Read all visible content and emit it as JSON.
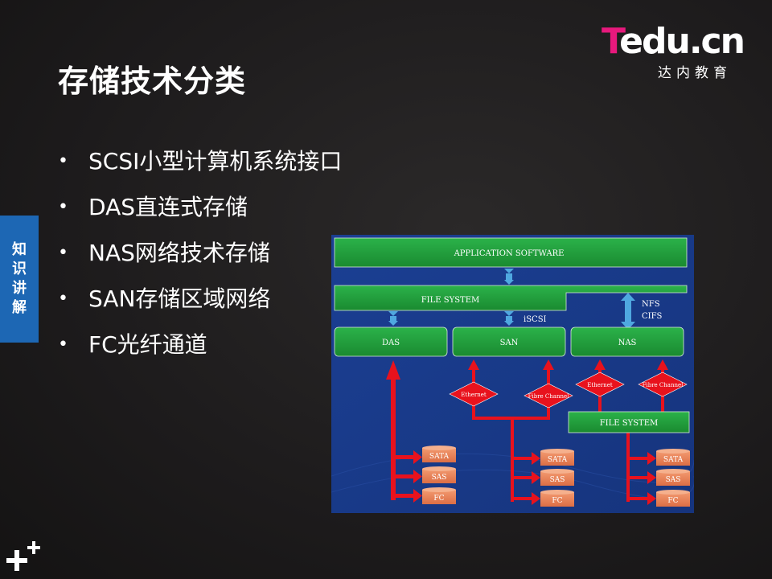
{
  "slide": {
    "title": "存储技术分类",
    "side_tab": [
      "知",
      "识",
      "讲",
      "解"
    ],
    "bullets": [
      "SCSI小型计算机系统接口",
      "DAS直连式存储",
      "NAS网络技术存储",
      "SAN存储区域网络",
      "FC光纤通道"
    ]
  },
  "logo": {
    "main_t": "T",
    "main_rest": "edu.cn",
    "sub": "达内教育"
  },
  "diagram": {
    "application_software": "APPLICATION SOFTWARE",
    "file_system_top": "FILE SYSTEM",
    "iscsi": "iSCSI",
    "nfs": "NFS",
    "cifs": "CIFS",
    "das": "DAS",
    "san": "SAN",
    "nas": "NAS",
    "ethernet_san": "Ethernet",
    "fibre_san": "Fibre Channel",
    "ethernet_nas": "Ethernet",
    "fibre_nas": "Fibre Channel",
    "file_system_nas": "FILE SYSTEM",
    "disks": [
      "SATA",
      "SAS",
      "FC"
    ],
    "colors": {
      "background": "#1a3b8c",
      "box": "#1f9a36",
      "arrow": "#e8121d",
      "disk": "#e8865a",
      "link": "#4fa8e0"
    }
  }
}
